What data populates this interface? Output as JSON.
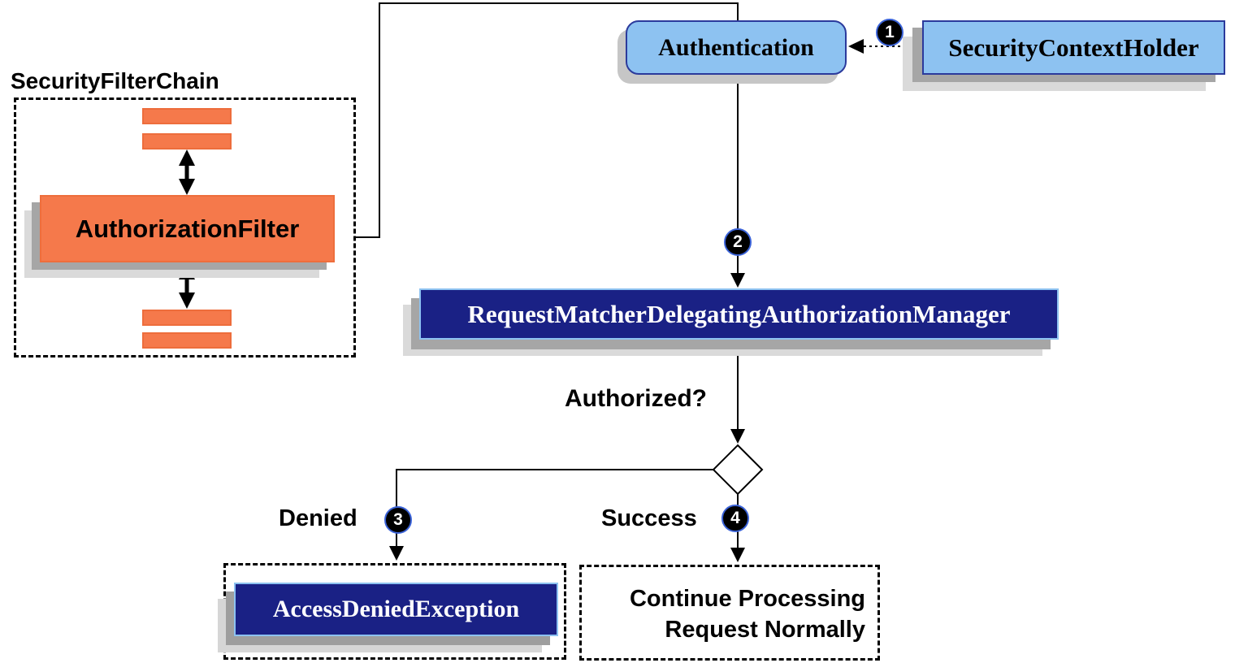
{
  "chain": {
    "title": "SecurityFilterChain",
    "filter": "AuthorizationFilter"
  },
  "nodes": {
    "authentication": "Authentication",
    "security_context_holder": "SecurityContextHolder",
    "manager": "RequestMatcherDelegatingAuthorizationManager",
    "access_denied": "AccessDeniedException",
    "continue_lines": [
      "Continue Processing",
      "Request Normally"
    ]
  },
  "labels": {
    "authorized": "Authorized?",
    "denied": "Denied",
    "success": "Success"
  },
  "badges": [
    "1",
    "2",
    "3",
    "4"
  ],
  "colors": {
    "orange_fill": "#f5794b",
    "orange_border": "#ed6d3c",
    "light_blue_fill": "#8dc2f1",
    "blue_border": "#2b3a9c",
    "navy_fill": "#1a2185",
    "badge_ring": "#3b63d8",
    "shadow_mid": "#a6a6a6",
    "shadow_light": "#dadada",
    "line_color": "#000000"
  }
}
